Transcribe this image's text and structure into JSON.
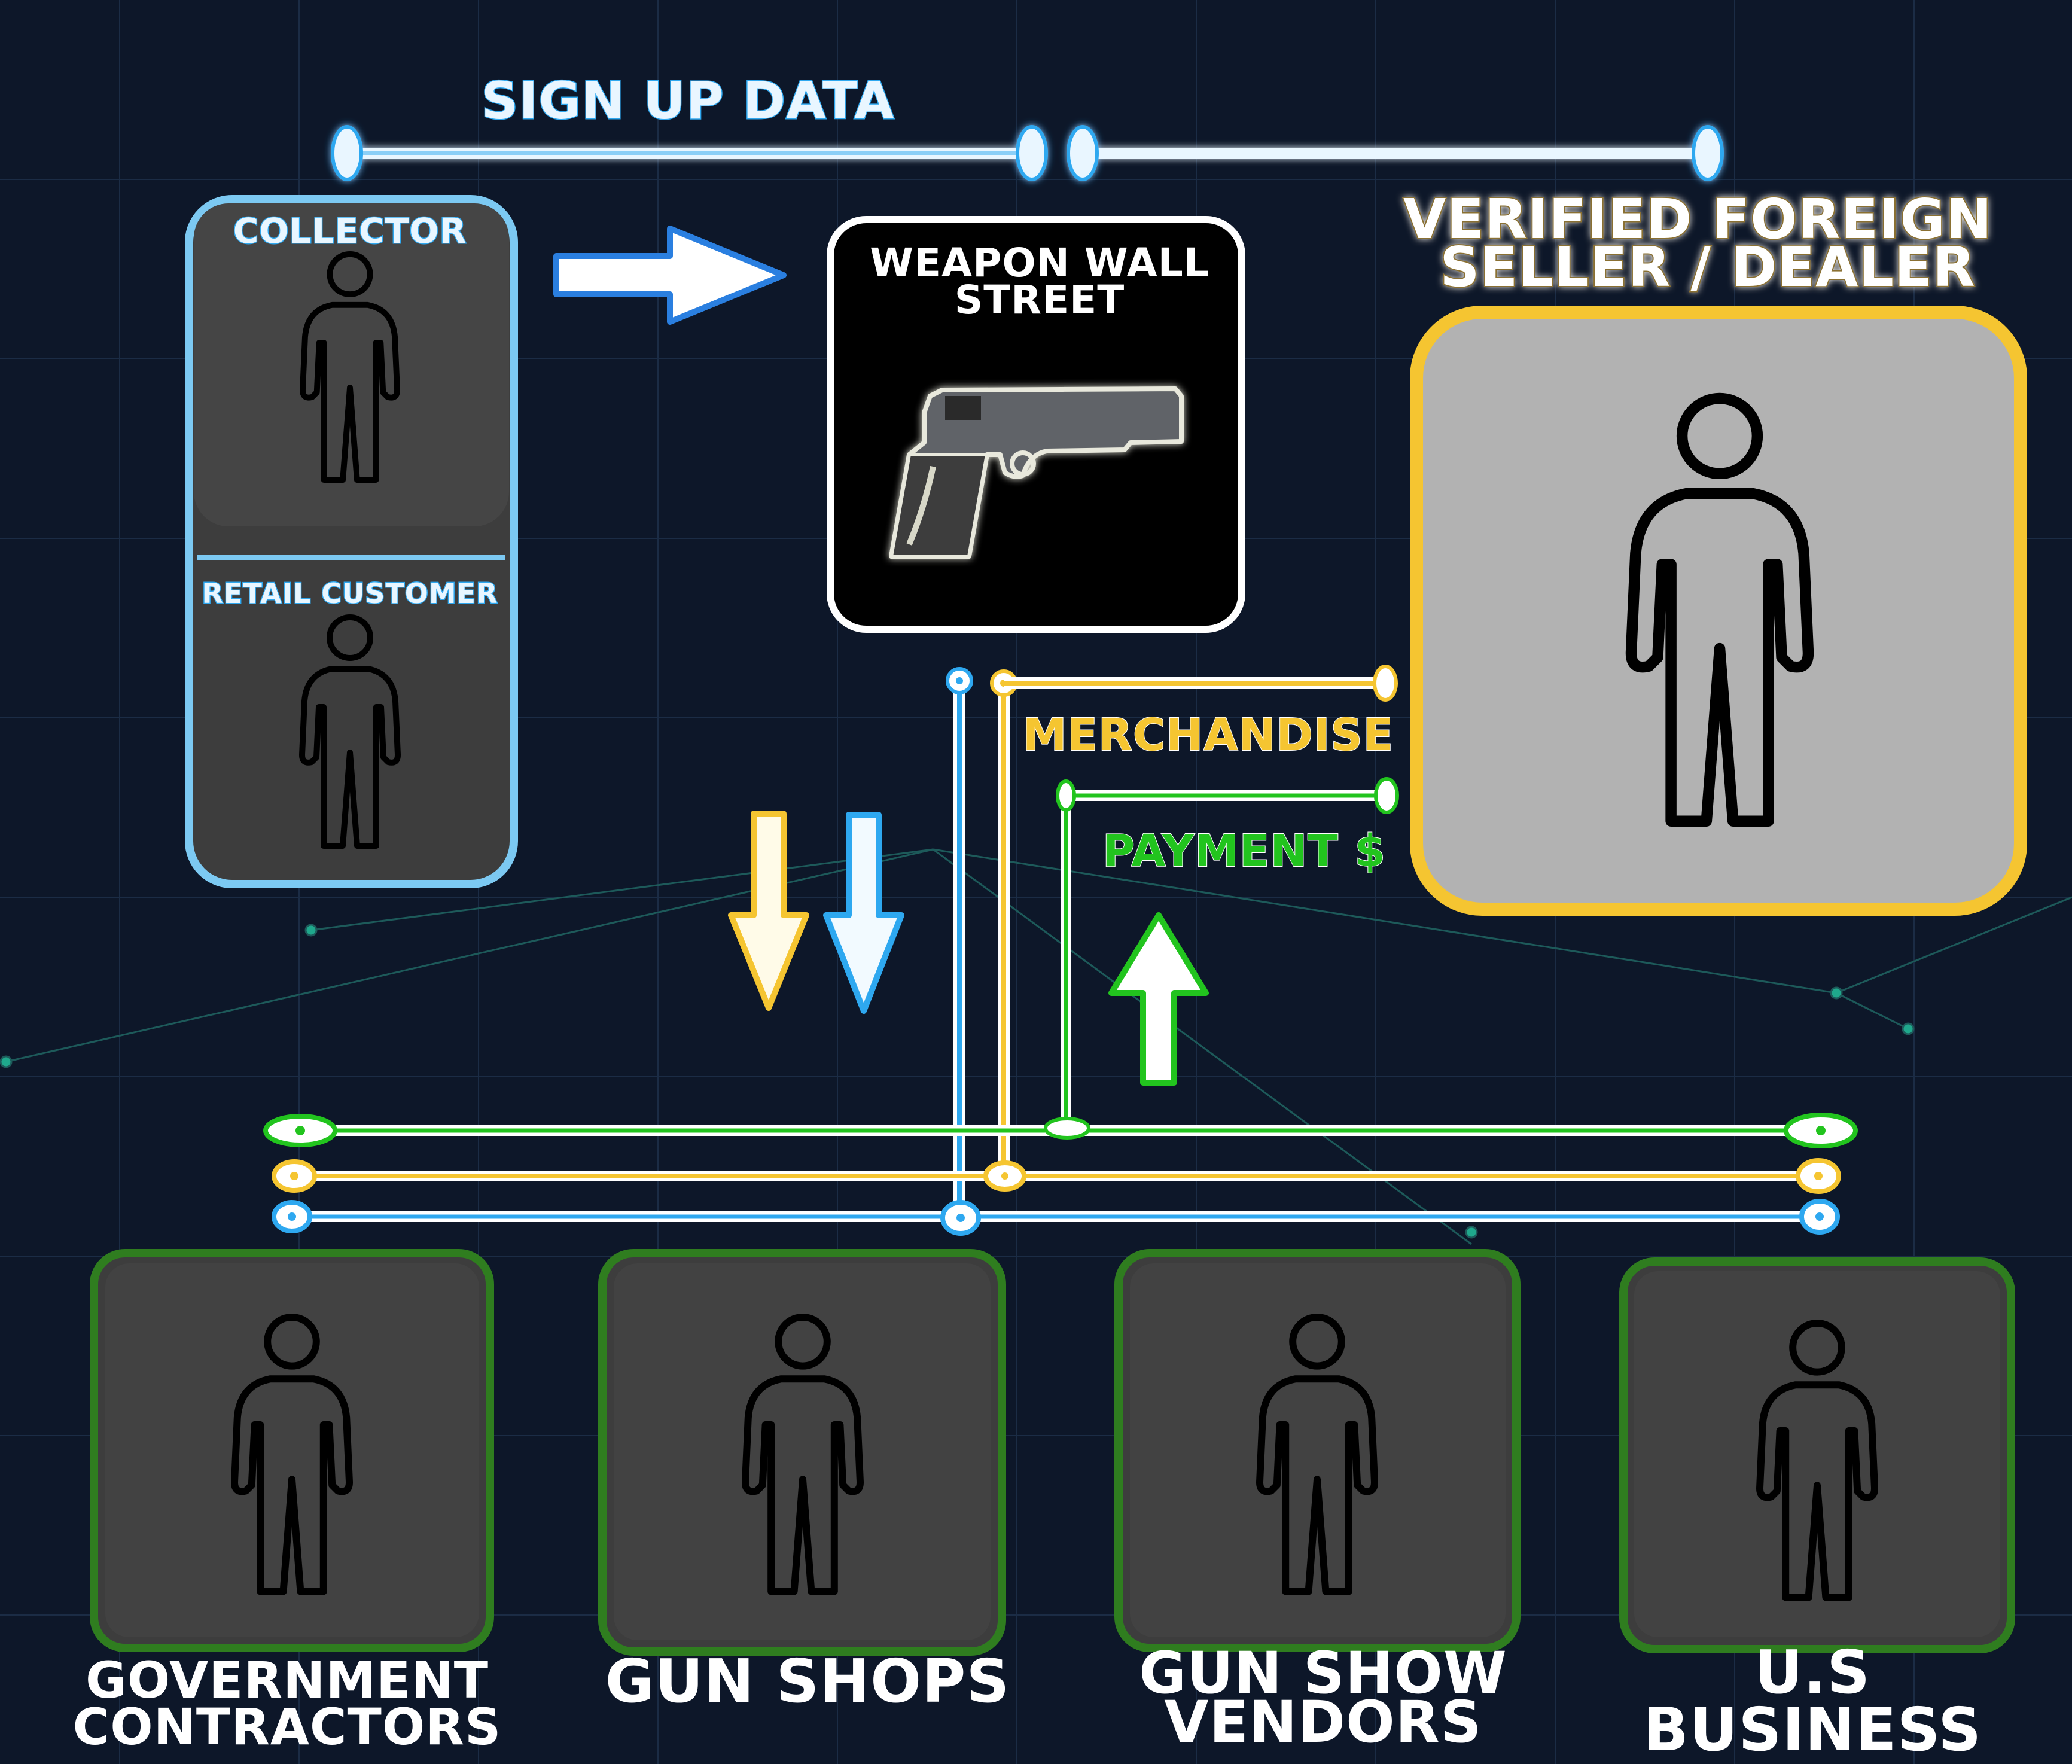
{
  "title": "SIGN UP DATA",
  "colors": {
    "background": "#0d1729",
    "data_blue": "#2ea8f0",
    "merch_yellow": "#f5c531",
    "payment_green": "#22c41e",
    "green_box": "#2f7d1f",
    "box_gray": "#3d3d3d",
    "seller_box": "#b2b2b2"
  },
  "hub": {
    "label": "WEAPON WALL STREET",
    "icon": "pistol-icon"
  },
  "buyer_group": {
    "items": [
      {
        "label": "COLLECTOR",
        "icon": "person-icon"
      },
      {
        "label": "RETAIL CUSTOMER",
        "icon": "person-icon"
      }
    ]
  },
  "seller": {
    "label": "VERIFIED FOREIGN SELLER / DEALER",
    "icon": "person-icon"
  },
  "flows": {
    "merchandise": "MERCHANDISE",
    "payment": "PAYMENT $"
  },
  "recipients": [
    {
      "label": "GOVERNMENT CONTRACTORS",
      "icon": "person-icon"
    },
    {
      "label": "GUN SHOPS",
      "icon": "person-icon"
    },
    {
      "label": "GUN SHOW VENDORS",
      "icon": "person-icon"
    },
    {
      "label": "U.S BUSINESS",
      "icon": "person-icon"
    }
  ]
}
